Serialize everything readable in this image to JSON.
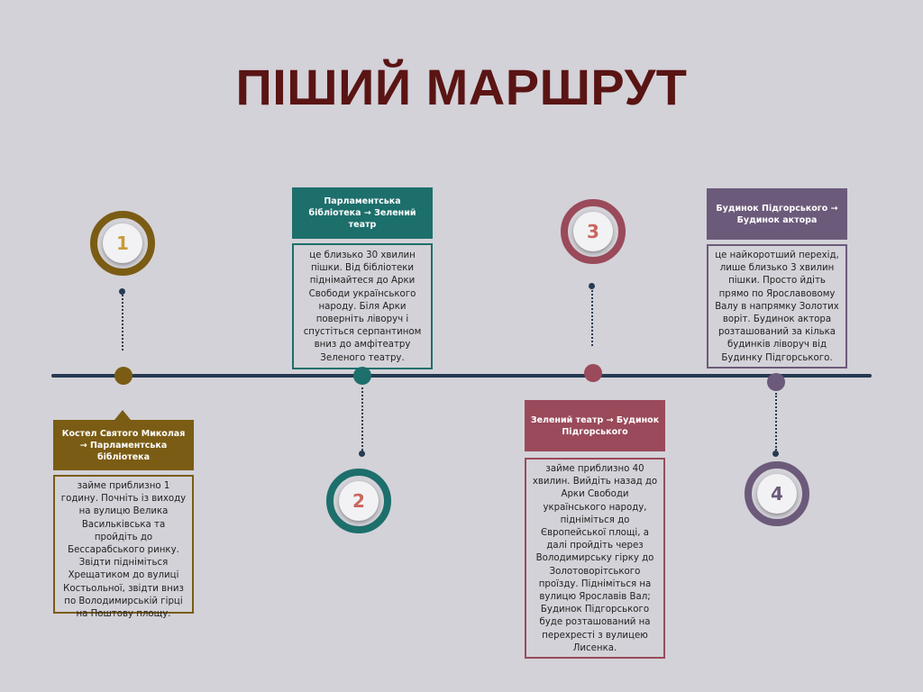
{
  "title": "ПІШИЙ МАРШРУТ",
  "colors": {
    "background": "#d3d2d8",
    "title": "#5a1414",
    "timeline": "#263a52",
    "step1": "#7b5c14",
    "step2": "#1d6f6c",
    "step3": "#9a4a5a",
    "step4": "#6c5a7a"
  },
  "steps": [
    {
      "number": "1",
      "heading": "Костел Святого Миколая → Парламентська бібліотека",
      "description": "займе приблизно 1 годину. Почніть із виходу на вулицю Велика Васильківська та пройдіть до Бессарабського ринку. Звідти підніміться Хрещатиком до вулиці Костьольної, звідти вниз по Володимирській гірці на Поштову площу."
    },
    {
      "number": "2",
      "heading": "Парламентська бібліотека → Зелений театр",
      "description": "це близько 30 хвилин пішки. Від бібліотеки піднімайтеся до Арки Свободи українського народу. Біля Арки поверніть ліворуч і спустіться серпантином вниз до амфітеатру Зеленого театру."
    },
    {
      "number": "3",
      "heading": "Зелений театр → Будинок Підгорського",
      "description": "займе приблизно 40 хвилин. Вийдіть назад до Арки Свободи українського народу, підніміться до Європейської площі, а далі пройдіть через Володимирську гірку до Золотоворітського проїзду. Підніміться на вулицю Ярославів Вал; Будинок Підгорського буде розташований на перехресті з вулицею Лисенка."
    },
    {
      "number": "4",
      "heading": "Будинок Підгорського → Будинок актора",
      "description": "це найкоротший перехід, лише близько 3 хвилин пішки. Просто йдіть прямо по Ярославовому Валу в напрямку Золотих воріт. Будинок актора розташований за кілька будинків ліворуч від Будинку Підгорського."
    }
  ]
}
